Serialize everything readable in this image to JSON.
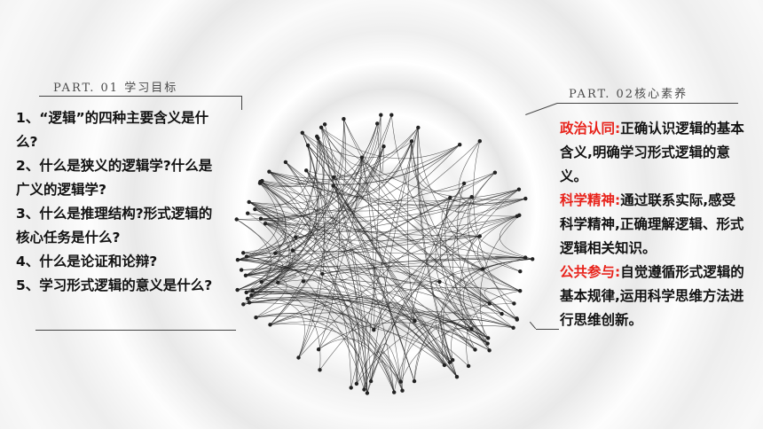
{
  "left_section": {
    "heading": "PART. 01 学习目标",
    "goals": [
      "1、“逻辑”的四种主要含义是什么?",
      "2、什么是狭义的逻辑学?什么是广义的逻辑学?",
      "3、什么是推理结构?形式逻辑的核心任务是什么?",
      "4、什么是论证和论辩?",
      "5、学习形式逻辑的意义是什么?"
    ]
  },
  "right_section": {
    "heading": "PART. 02核心素养",
    "items": [
      {
        "label": "政治认同:",
        "text": "正确认识逻辑的基本含义,明确学习形式逻辑的意义。"
      },
      {
        "label": "科学精神:",
        "text": "通过联系实际,感受科学精神,正确理解逻辑、形式逻辑相关知识。"
      },
      {
        "label": "公共参与:",
        "text": "自觉遵循形式逻辑的基本规律,运用科学思维方法进行思维创新。"
      }
    ]
  },
  "colors": {
    "label_red": "#e8221a",
    "text": "#111111",
    "heading": "#4a4a4a"
  }
}
